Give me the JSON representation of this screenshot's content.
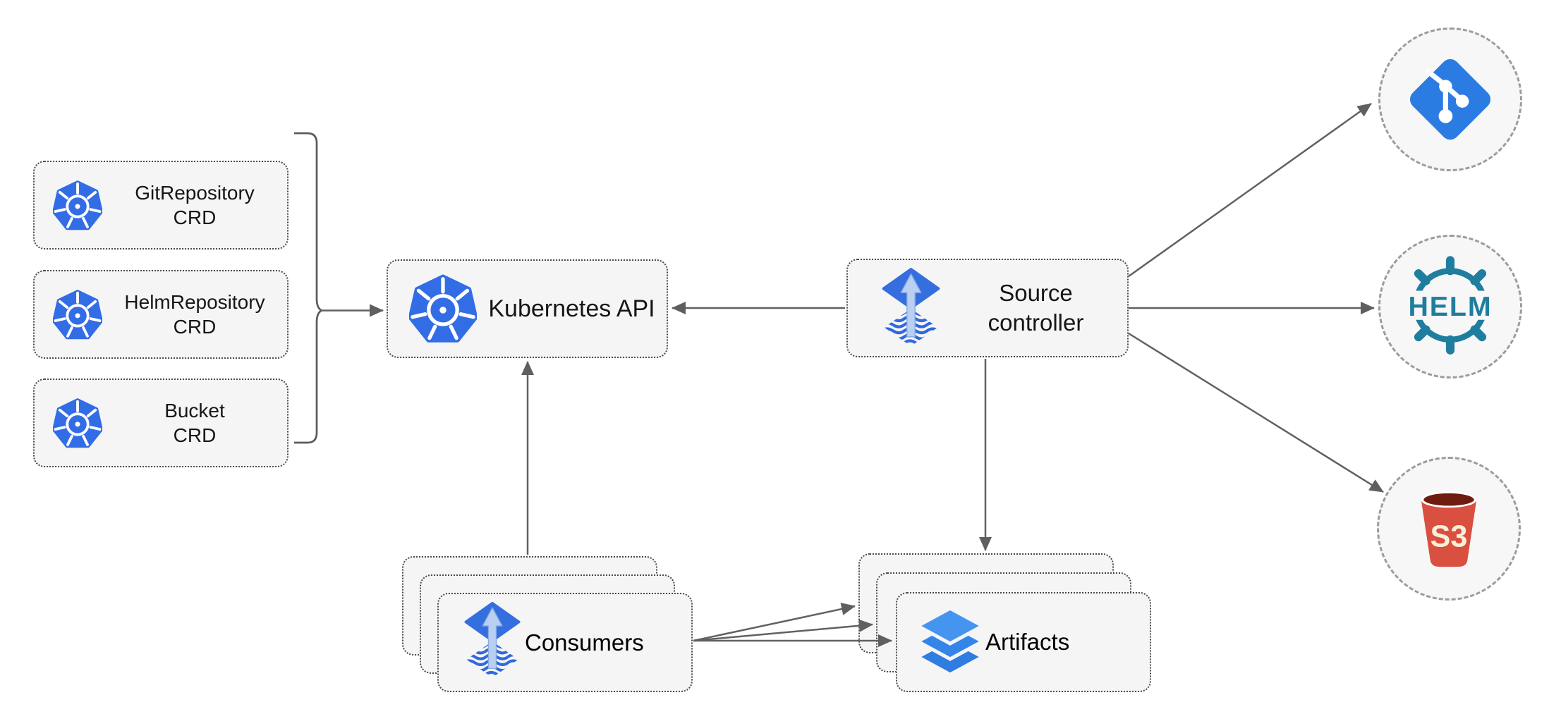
{
  "diagram": {
    "crd_boxes": [
      {
        "line1": "GitRepository",
        "line2": "CRD"
      },
      {
        "line1": "HelmRepository",
        "line2": "CRD"
      },
      {
        "line1": "Bucket",
        "line2": "CRD"
      }
    ],
    "kubernetes_api": {
      "label": "Kubernetes API"
    },
    "source_controller": {
      "line1": "Source",
      "line2": "controller"
    },
    "consumers": {
      "label": "Consumers"
    },
    "artifacts": {
      "label": "Artifacts"
    },
    "external_targets": {
      "git": {
        "icon": "git-icon"
      },
      "helm": {
        "icon": "helm-icon",
        "label": "HELM"
      },
      "s3": {
        "icon": "s3-bucket-icon",
        "label": "S3"
      }
    },
    "colors": {
      "kubernetes_blue": "#326de6",
      "flux_blue": "#356ede",
      "flux_arrow_light": "#b9d0f3",
      "git_blue": "#2b7ce2",
      "helm_teal": "#1f7e9e",
      "s3_red": "#d94f40",
      "s3_dark_top": "#6e1c10",
      "s3_text_cream": "#f7eed8",
      "layers_blue_top": "#4594ef",
      "layers_blue_mid": "#3585e9",
      "layers_blue_bottom": "#2f7ce2",
      "node_fill": "#f5f5f6",
      "node_border": "#4a4a4a",
      "connector_gray": "#616161"
    }
  }
}
